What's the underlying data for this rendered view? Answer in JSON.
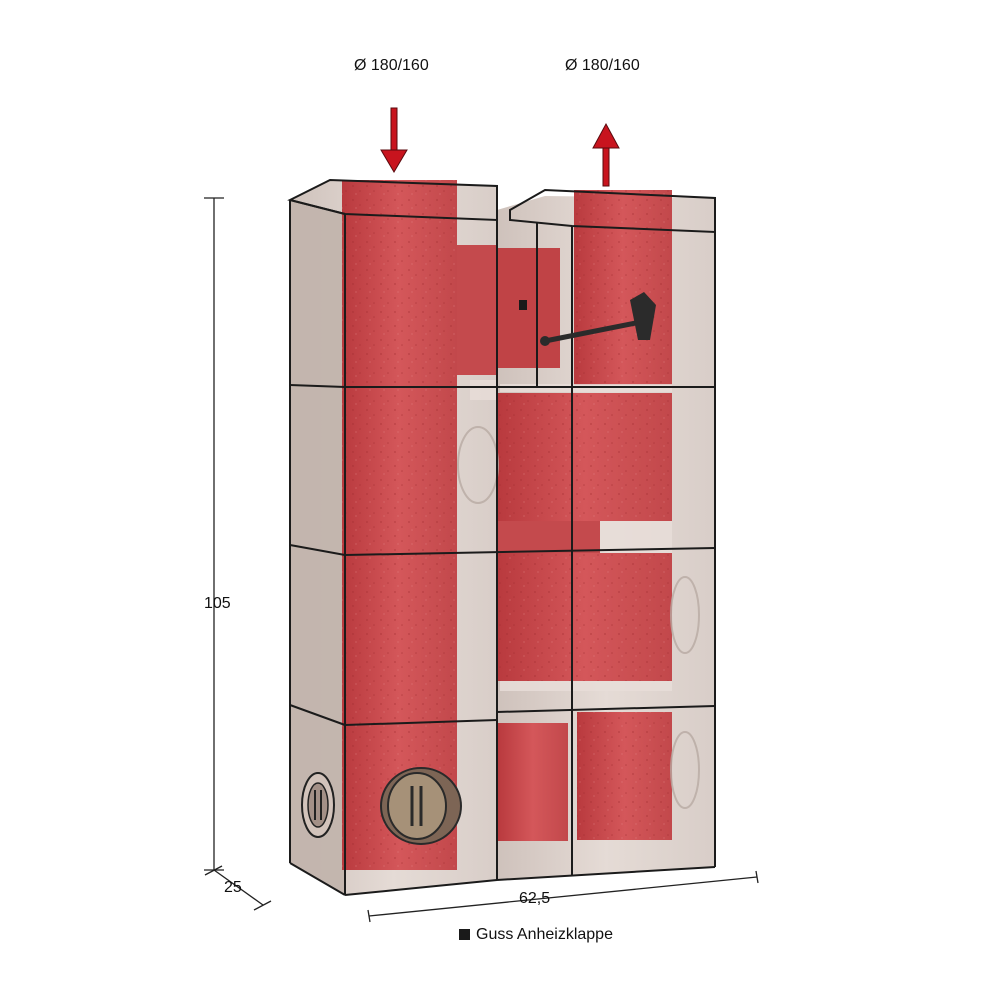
{
  "flue_inlet_label": "Ø 180/160",
  "flue_outlet_label": "Ø 180/160",
  "dimensions": {
    "height": "105",
    "depth": "25",
    "width": "62,5"
  },
  "legend": {
    "label": "Guss Anheizklappe"
  },
  "colors": {
    "flue_channel": "#c9484b",
    "block_body": "#d9cdc7",
    "arrow": "#c8141e",
    "cast_iron": "#2b2b2b"
  }
}
